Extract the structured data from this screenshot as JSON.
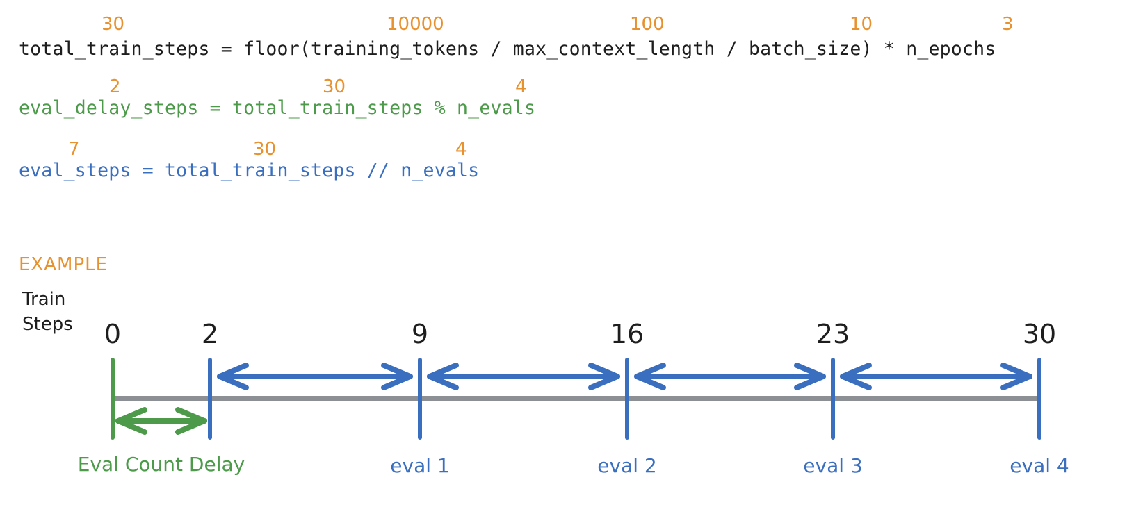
{
  "colors": {
    "value": "#e8912f",
    "formula_total": "#1e1e1e",
    "formula_delay": "#4c9a4a",
    "formula_eval": "#3a6fc0",
    "axis": "#8c8f94",
    "delay_marker": "#4c9a4a",
    "eval_marker": "#3a6fc0"
  },
  "formulas": {
    "total": {
      "text": "total_train_steps = floor(training_tokens / max_context_length / batch_size) * n_epochs",
      "values": [
        {
          "name": "total_train_steps",
          "value": "30"
        },
        {
          "name": "training_tokens",
          "value": "10000"
        },
        {
          "name": "max_context_length",
          "value": "100"
        },
        {
          "name": "batch_size",
          "value": "10"
        },
        {
          "name": "n_epochs",
          "value": "3"
        }
      ]
    },
    "delay": {
      "text": "eval_delay_steps = total_train_steps % n_evals",
      "values": [
        {
          "name": "eval_delay_steps",
          "value": "2"
        },
        {
          "name": "total_train_steps",
          "value": "30"
        },
        {
          "name": "n_evals",
          "value": "4"
        }
      ]
    },
    "eval": {
      "text": "eval_steps = total_train_steps // n_evals",
      "values": [
        {
          "name": "eval_steps",
          "value": "7"
        },
        {
          "name": "total_train_steps",
          "value": "30"
        },
        {
          "name": "n_evals",
          "value": "4"
        }
      ]
    }
  },
  "example": {
    "heading": "EXAMPLE",
    "axis_label_line1": "Train",
    "axis_label_line2": "Steps",
    "range": [
      0,
      30
    ],
    "ticks": [
      {
        "step": 0,
        "label": "0",
        "kind": "start",
        "caption": ""
      },
      {
        "step": 2,
        "label": "2",
        "kind": "eval-start",
        "caption": ""
      },
      {
        "step": 9,
        "label": "9",
        "kind": "eval",
        "caption": "eval 1"
      },
      {
        "step": 16,
        "label": "16",
        "kind": "eval",
        "caption": "eval 2"
      },
      {
        "step": 23,
        "label": "23",
        "kind": "eval",
        "caption": "eval 3"
      },
      {
        "step": 30,
        "label": "30",
        "kind": "eval",
        "caption": "eval 4"
      }
    ],
    "delay_span": {
      "from": 0,
      "to": 2,
      "caption": "Eval Count Delay"
    },
    "eval_spans": [
      {
        "from": 2,
        "to": 9
      },
      {
        "from": 9,
        "to": 16
      },
      {
        "from": 16,
        "to": 23
      },
      {
        "from": 23,
        "to": 30
      }
    ]
  }
}
